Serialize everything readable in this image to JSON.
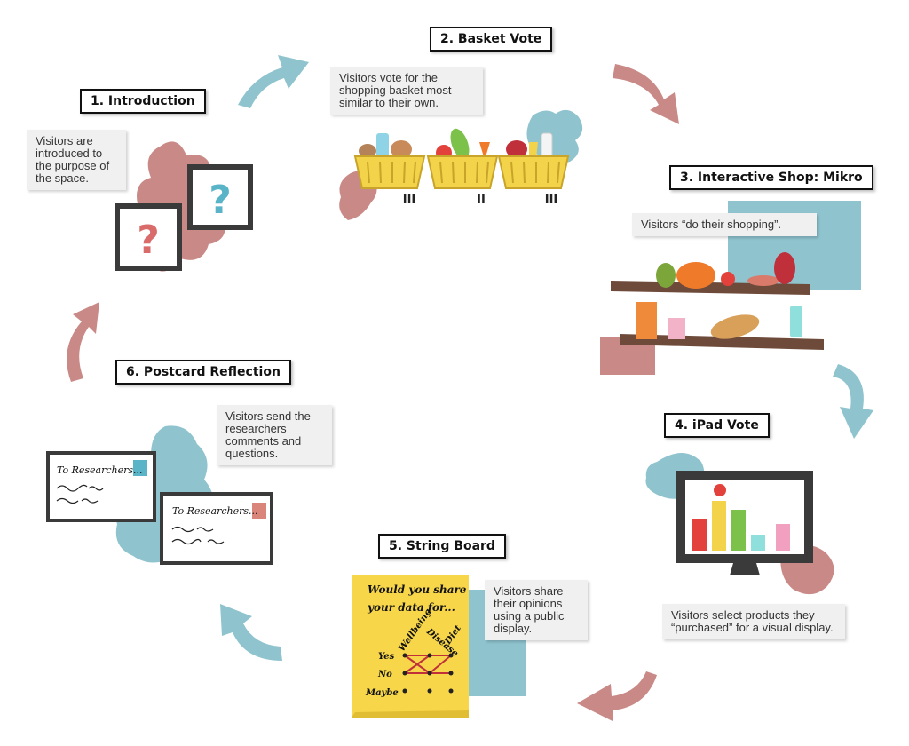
{
  "steps": [
    {
      "title": "1. Introduction",
      "description": "Visitors are introduced to the purpose of the space."
    },
    {
      "title": "2. Basket Vote",
      "description": "Visitors vote for the shopping basket most similar to their own."
    },
    {
      "title": "3. Interactive Shop: Mikro",
      "description": "Visitors “do their shopping”."
    },
    {
      "title": "4. iPad Vote",
      "description": "Visitors select products they “purchased” for a visual display."
    },
    {
      "title": "5. String Board",
      "description": "Visitors share their opinions using a public display."
    },
    {
      "title": "6. Postcard Reflection",
      "description": "Visitors send the researchers comments and questions."
    }
  ],
  "basket_tallies": [
    "III",
    "II",
    "III"
  ],
  "postcards": [
    "To Researchers...",
    "To Researchers..."
  ],
  "string_board": {
    "heading_line1": "Would you share",
    "heading_line2": "your data for...",
    "columns": [
      "Wellbeing",
      "Disease",
      "Diet"
    ],
    "rows": [
      "Yes",
      "No",
      "Maybe"
    ]
  },
  "colors": {
    "pink": "#c98a87",
    "blue": "#8fc4cf",
    "frame": "#3a3a3a",
    "board": "#f7d64a"
  }
}
